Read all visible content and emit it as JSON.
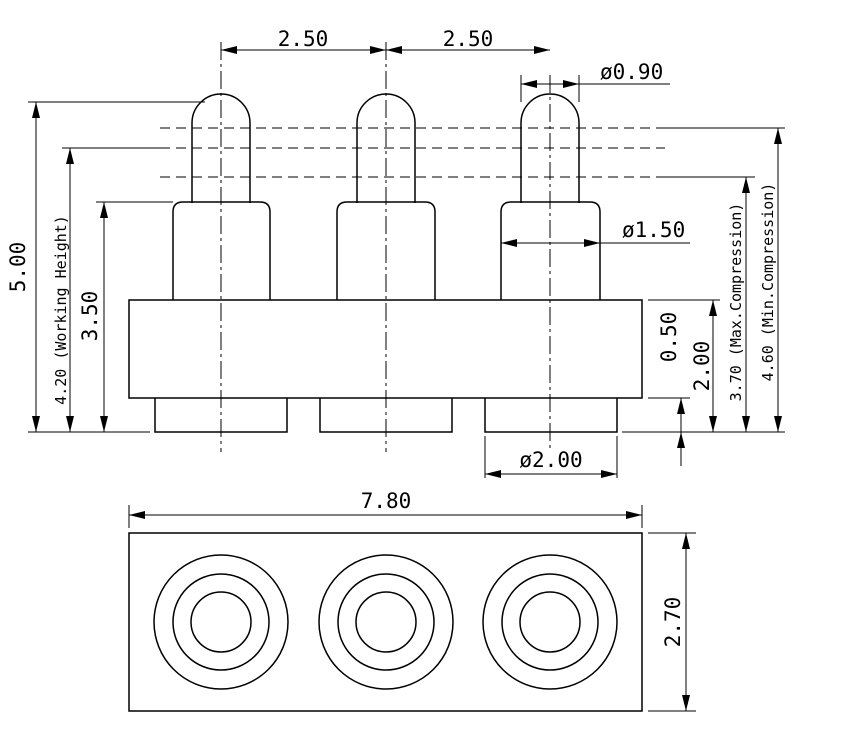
{
  "front_view": {
    "pitch_left": "2.50",
    "pitch_right": "2.50",
    "tip_diameter": "ø0.90",
    "barrel_diameter": "ø1.50",
    "bottom_diameter": "ø2.00",
    "total_height": "5.00",
    "working_height": "4.20 (Working Height)",
    "body_top_height": "3.50",
    "insulator_thickness": "0.50",
    "insulator_total": "2.00",
    "max_compression": "3.70 (Max.Compression)",
    "min_compression": "4.60 (Min.Compression)"
  },
  "top_view": {
    "width": "7.80",
    "depth": "2.70"
  }
}
